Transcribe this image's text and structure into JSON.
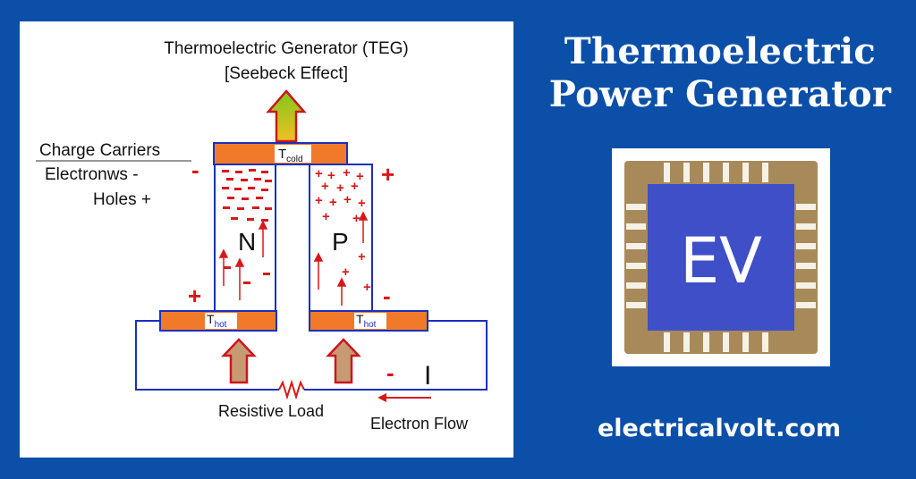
{
  "headline": {
    "line1": "Thermoelectric",
    "line2": "Power Generator"
  },
  "diagram": {
    "title": "Thermoelectric Generator (TEG)",
    "subtitle": "[Seebeck Effect]",
    "charge_carriers": "Charge Carriers",
    "electrons_label": "Electronws -",
    "holes_label": "Holes +",
    "t_cold": "T",
    "t_cold_sub": "cold",
    "t_hot": "T",
    "t_hot_sub": "hot",
    "n_label": "N",
    "p_label": "P",
    "minus": "-",
    "plus": "+",
    "current_label": "I",
    "resistive_load": "Resistive Load",
    "electron_flow": "Electron Flow"
  },
  "logo": {
    "text": "EV"
  },
  "site": "electricalvolt.com",
  "colors": {
    "background": "#0b4fa8",
    "wire": "#1a2fbf",
    "plate": "#f07a2a",
    "carrier": "#d81818",
    "logo_blue": "#3f4fc8",
    "logo_gold": "#a88a5a"
  }
}
